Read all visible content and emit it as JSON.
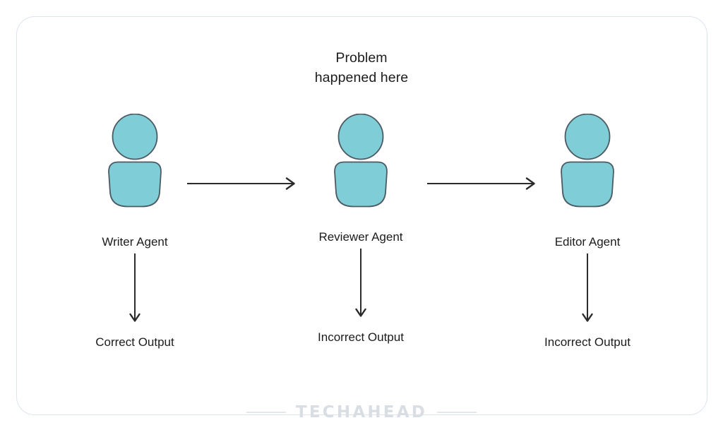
{
  "diagram": {
    "title_lines": [
      "Problem",
      "happened here"
    ],
    "accent_fill": "#7fcdd7",
    "accent_stroke": "#4c5a63",
    "card_border": "#dde4f0",
    "arrow_color": "#2b2b2b",
    "text_color": "#1c1c1c",
    "columns": [
      {
        "agent_label": "Writer Agent",
        "output_label": "Correct Output",
        "icon": "person-icon",
        "vertical_arrow": "down-arrow"
      },
      {
        "agent_label": "Reviewer Agent",
        "output_label": "Incorrect Output",
        "icon": "person-icon",
        "vertical_arrow": "down-arrow"
      },
      {
        "agent_label": "Editor Agent",
        "output_label": "Incorrect Output",
        "icon": "person-icon",
        "vertical_arrow": "down-arrow"
      }
    ],
    "flow_arrows": [
      {
        "name": "right-arrow",
        "from": "Writer Agent",
        "to": "Reviewer Agent"
      },
      {
        "name": "right-arrow",
        "from": "Reviewer Agent",
        "to": "Editor Agent"
      }
    ],
    "watermark": {
      "text": "TECHAHEAD",
      "color": "#d9dde4"
    }
  }
}
